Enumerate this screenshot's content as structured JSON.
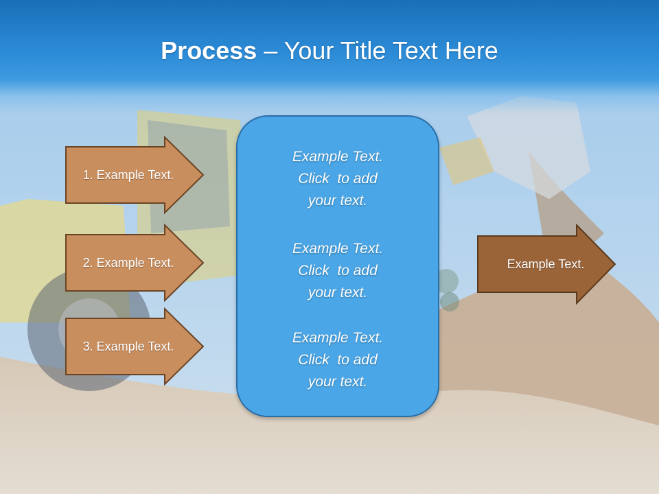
{
  "slide": {
    "title_bold": "Process",
    "title_rest": " – Your Title Text Here"
  },
  "left_arrows": [
    {
      "label": "1. Example Text."
    },
    {
      "label": "2. Example Text."
    },
    {
      "label": "3. Example Text."
    }
  ],
  "center_box": {
    "blocks": [
      {
        "line1": "Example Text.",
        "line2": "Click  to add",
        "line3": "your text."
      },
      {
        "line1": "Example Text.",
        "line2": "Click  to add",
        "line3": "your text."
      },
      {
        "line1": "Example Text.",
        "line2": "Click  to add",
        "line3": "your text."
      }
    ]
  },
  "right_arrow": {
    "label": "Example Text."
  },
  "colors": {
    "title_band": "#1a6fb8",
    "left_arrow_fill": "#c98e5e",
    "right_arrow_fill": "#9a6438",
    "center_box_fill": "#4aa6e6",
    "text": "#ffffff"
  },
  "background": {
    "description_icon": "construction-site-photo"
  }
}
